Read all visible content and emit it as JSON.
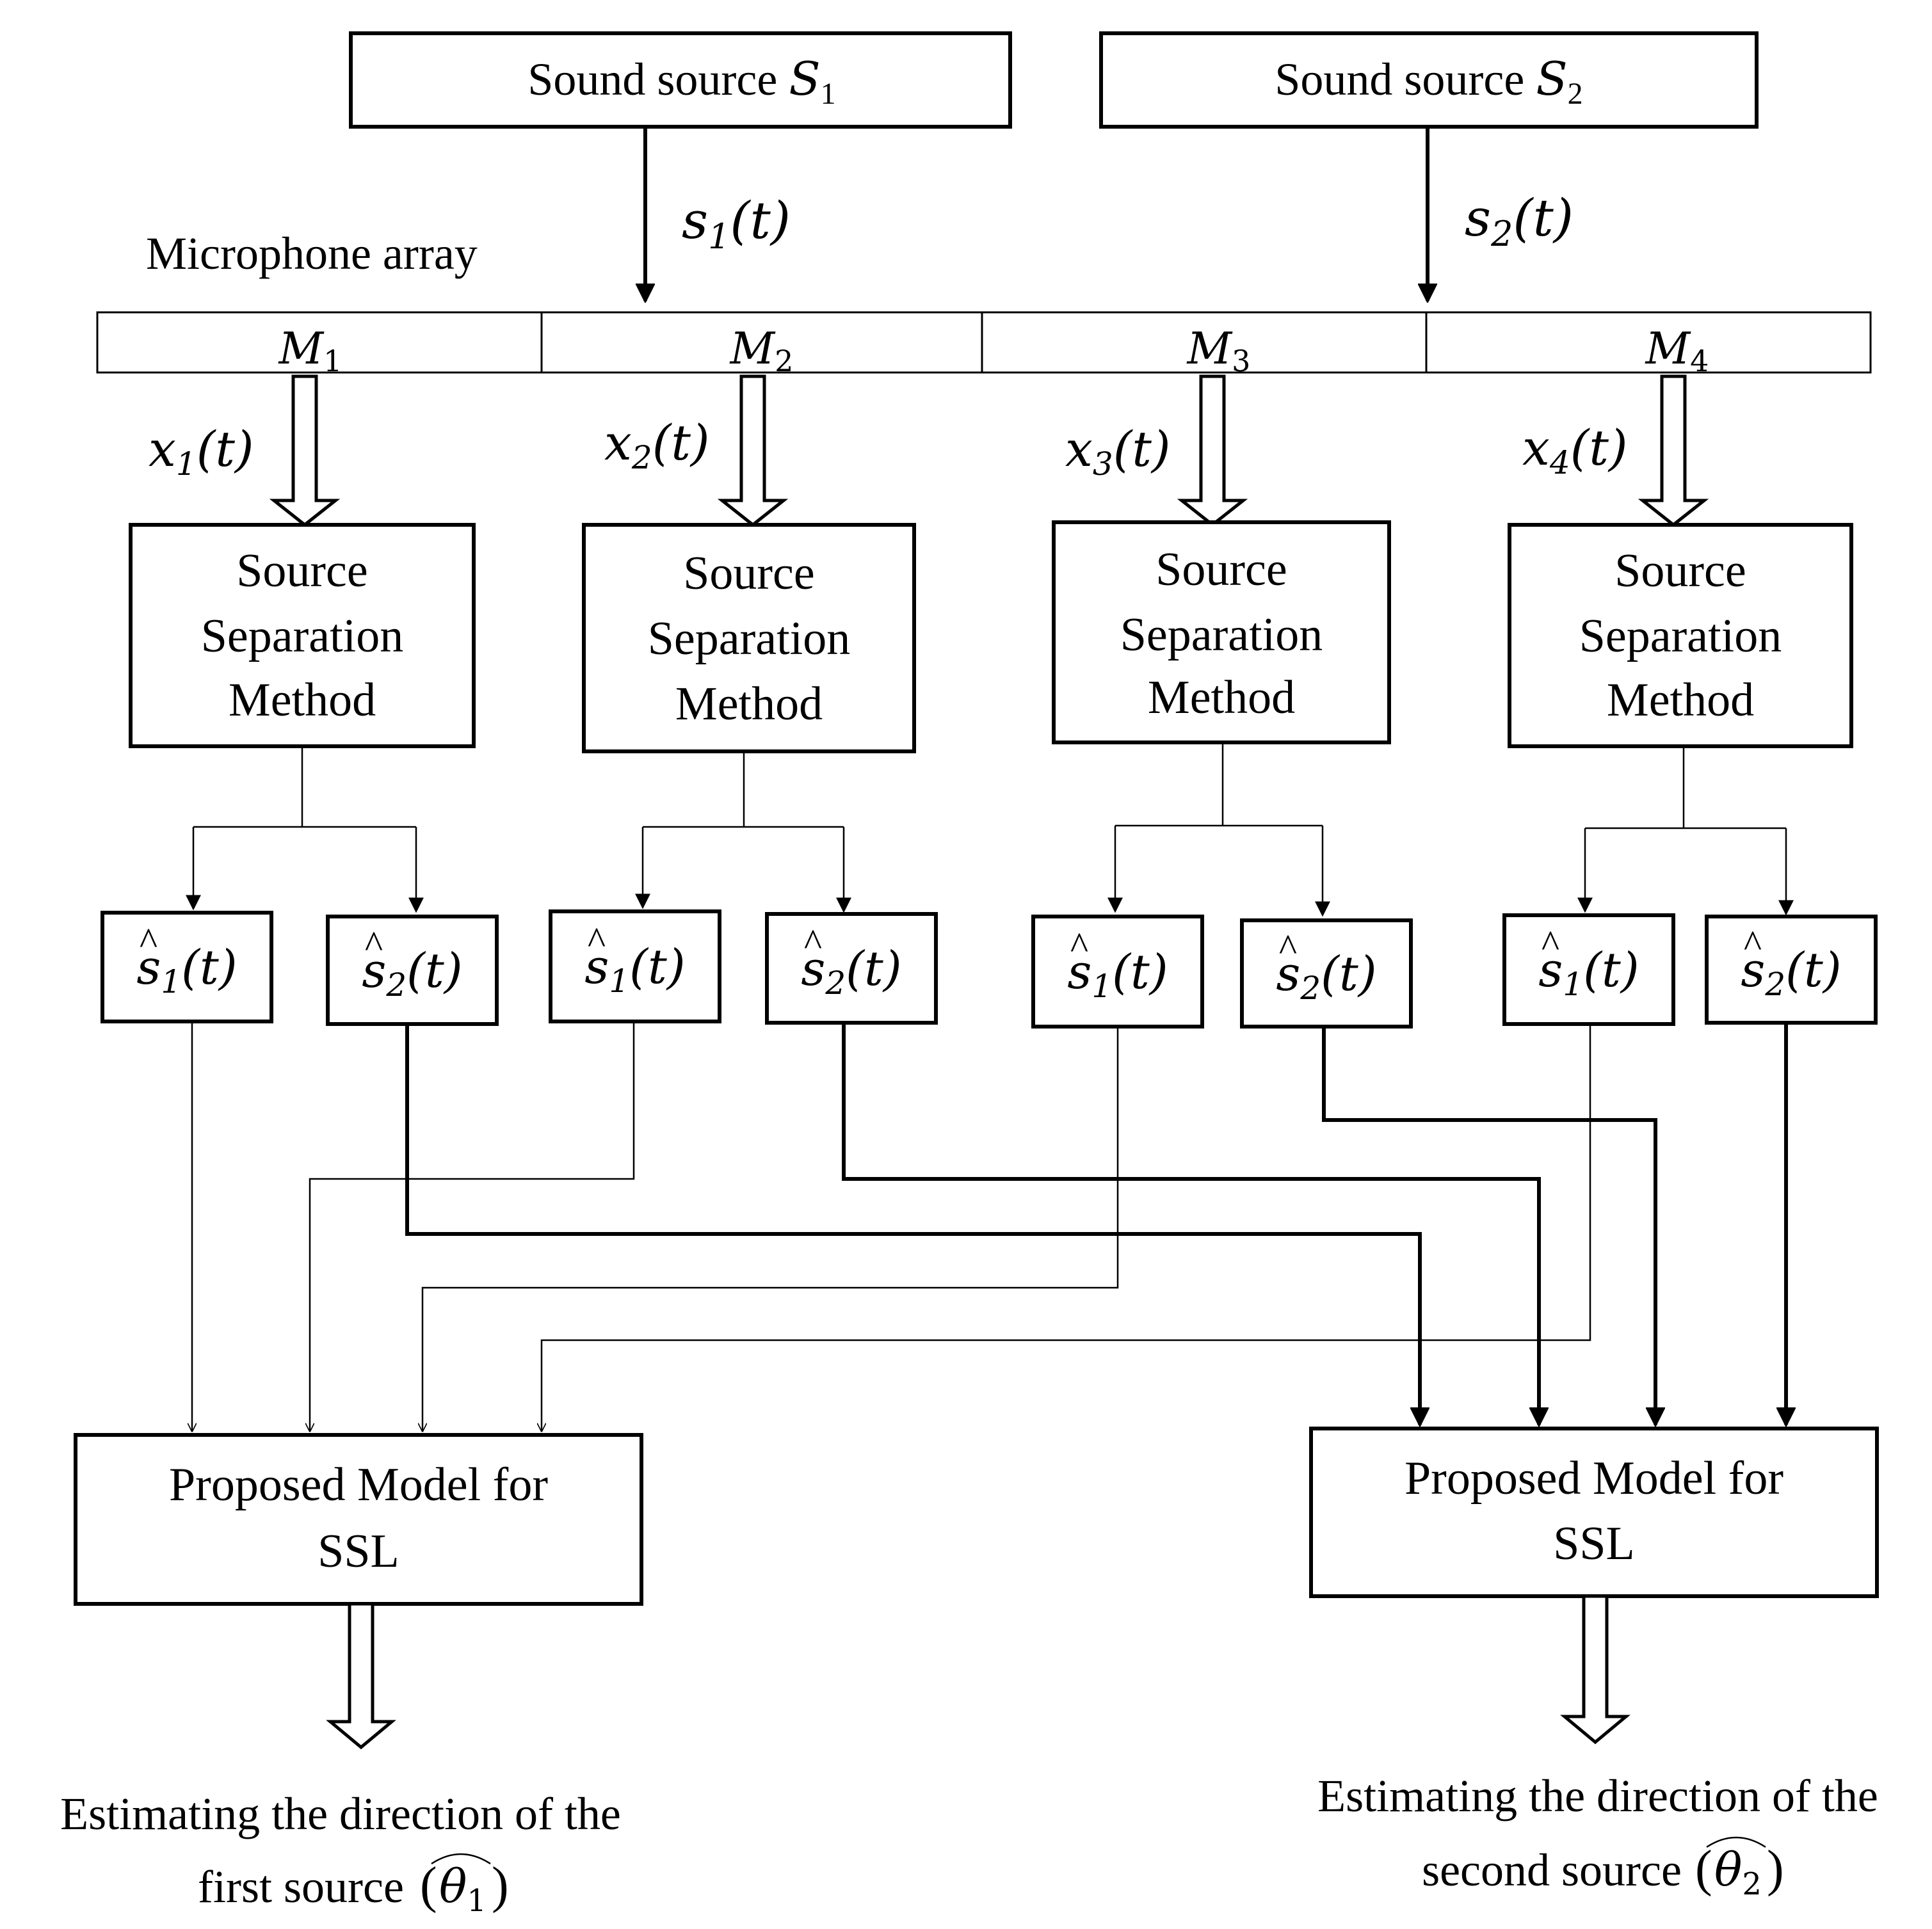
{
  "sources": [
    {
      "label": "Sound source",
      "symbol": "S",
      "sub": "1",
      "signal": "s",
      "signal_sub": "1",
      "signal_arg": "(t)"
    },
    {
      "label": "Sound source",
      "symbol": "S",
      "sub": "2",
      "signal": "s",
      "signal_sub": "2",
      "signal_arg": "(t)"
    }
  ],
  "array": {
    "label": "Microphone array",
    "mics": [
      {
        "symbol": "M",
        "sub": "1"
      },
      {
        "symbol": "M",
        "sub": "2"
      },
      {
        "symbol": "M",
        "sub": "3"
      },
      {
        "symbol": "M",
        "sub": "4"
      }
    ]
  },
  "mic_signals": [
    {
      "symbol": "x",
      "sub": "1",
      "arg": "(t)"
    },
    {
      "symbol": "x",
      "sub": "2",
      "arg": "(t)"
    },
    {
      "symbol": "x",
      "sub": "3",
      "arg": "(t)"
    },
    {
      "symbol": "x",
      "sub": "4",
      "arg": "(t)"
    }
  ],
  "separation": {
    "lines": [
      "Source",
      "Separation",
      "Method"
    ]
  },
  "separated_outputs": [
    {
      "symbol": "s",
      "hat": "^",
      "sub": "1",
      "arg": "(t)"
    },
    {
      "symbol": "s",
      "hat": "^",
      "sub": "2",
      "arg": "(t)"
    }
  ],
  "models": [
    {
      "lines": [
        "Proposed Model for",
        "SSL"
      ],
      "result_line1": "Estimating the direction of the",
      "result_line2": "first source",
      "theta": "θ",
      "theta_sub": "1"
    },
    {
      "lines": [
        "Proposed Model for",
        "SSL"
      ],
      "result_line1": "Estimating the direction of the",
      "result_line2": "second source",
      "theta": "θ",
      "theta_sub": "2"
    }
  ]
}
